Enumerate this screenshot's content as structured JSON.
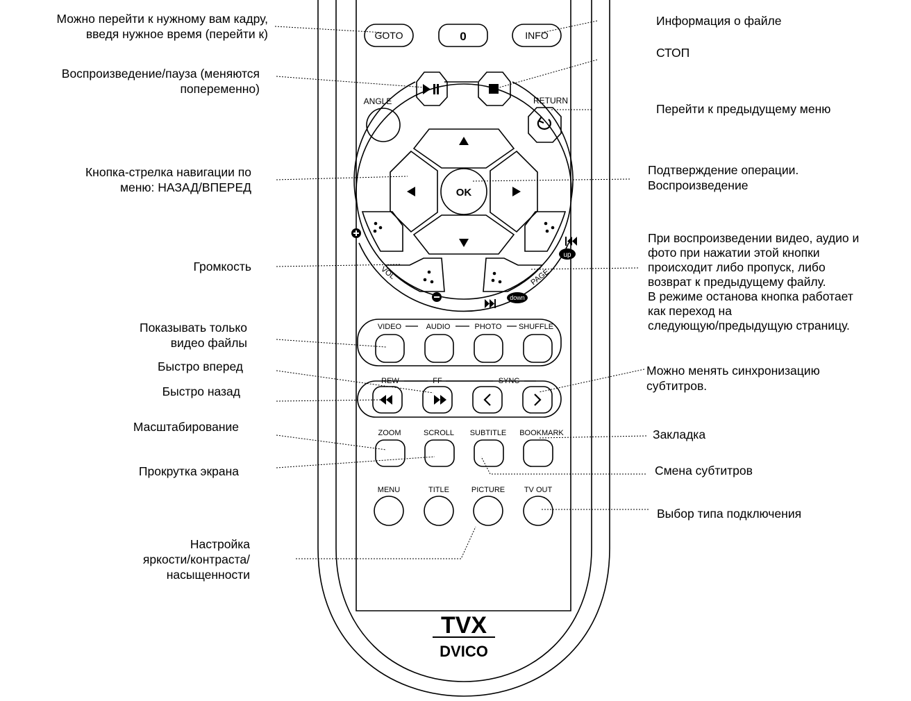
{
  "remote": {
    "buttons": {
      "goto": "GOTO",
      "zero": "0",
      "info": "INFO",
      "angle": "ANGLE",
      "return": "RETURN",
      "ok": "OK",
      "vol": "VOL",
      "page": "PAGE",
      "up": "up",
      "down": "down",
      "video": "VIDEO",
      "audio": "AUDIO",
      "photo": "PHOTO",
      "shuffle": "SHUFFLE",
      "rew": "REW",
      "ff": "FF",
      "sync": "SYNC",
      "zoom": "ZOOM",
      "scroll": "SCROLL",
      "subtitle": "SUBTITLE",
      "bookmark": "BOOKMARK",
      "menu": "MENU",
      "title": "TITLE",
      "picture": "PICTURE",
      "tv_out": "TV OUT"
    },
    "logo": {
      "brand_top": "TVX",
      "brand_bottom": "DVICO"
    }
  },
  "annotations": {
    "goto": [
      "Можно перейти к нужному вам кадру,",
      "введя нужное время (перейти к)"
    ],
    "play_pause": [
      "Воспроизведение/пауза (меняются",
      "попеременно)"
    ],
    "nav_arrows": [
      "Кнопка-стрелка навигации по",
      "меню: НАЗАД/ВПЕРЕД"
    ],
    "volume": [
      "Громкость"
    ],
    "video_only": [
      "Показывать только",
      "видео файлы"
    ],
    "fast_forward": [
      "Быстро вперед"
    ],
    "rewind": [
      "Быстро назад"
    ],
    "zoom": [
      "Масштабирование"
    ],
    "scroll": [
      "Прокрутка экрана"
    ],
    "picture": [
      "Настройка",
      "яркости/контраста/",
      "насыщенности"
    ],
    "info": [
      "Информация о файле"
    ],
    "stop": [
      "СТОП"
    ],
    "return": [
      "Перейти к предыдущему меню"
    ],
    "ok": [
      "Подтверждение операции.",
      "Воспроизведение"
    ],
    "page": [
      "При воспроизведении видео, аудио и",
      "фото при нажатии этой кнопки",
      "происходит либо пропуск, либо",
      "возврат к предыдущему файлу.",
      "В режиме останова кнопка работает",
      "как переход на",
      "следующую/предыдущую страницу."
    ],
    "sync": [
      "Можно менять синхронизацию",
      "субтитров."
    ],
    "bookmark": [
      "Закладка"
    ],
    "subtitle": [
      "Смена субтитров"
    ],
    "tv_out": [
      "Выбор типа подключения"
    ]
  }
}
